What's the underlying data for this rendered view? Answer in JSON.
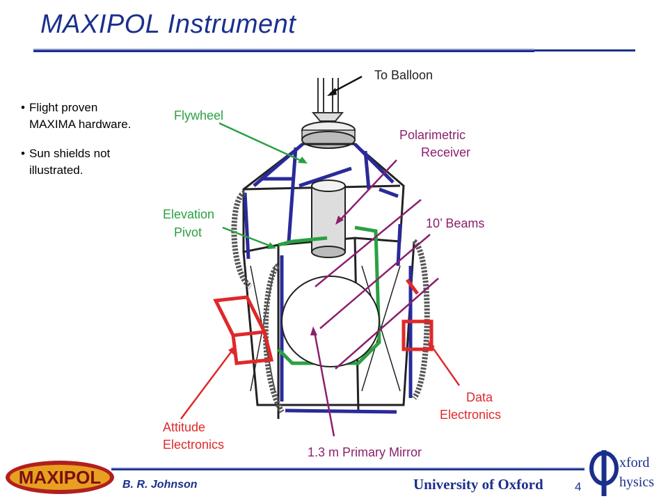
{
  "title": "MAXIPOL Instrument",
  "bullets": [
    {
      "line1": "Flight proven",
      "line2": "MAXIMA hardware."
    },
    {
      "line1": "Sun shields not",
      "line2": "illustrated."
    }
  ],
  "diagram_labels": {
    "to_balloon": "To Balloon",
    "flywheel": "Flywheel",
    "polarimetric_1": "Polarimetric",
    "polarimetric_2": "Receiver",
    "elevation_1": "Elevation",
    "elevation_2": "Pivot",
    "beams": "10’ Beams",
    "attitude_1": "Attitude",
    "attitude_2": "Electronics",
    "data_1": "Data",
    "data_2": "Electronics",
    "mirror": "1.3 m Primary Mirror"
  },
  "colors": {
    "title_blue": "#1a2f8c",
    "label_dark": "#222222",
    "flywheel_green": "#2aa043",
    "elevation_green": "#2aa043",
    "receiver_purple": "#8c1f6e",
    "electronics_red": "#e0282a",
    "frame_blue": "#2a2a9a"
  },
  "footer": {
    "author": "B. R. Johnson",
    "university": "University of Oxford",
    "page": "4",
    "left_logo": "MAXIPOL",
    "right_logo_1": "xford",
    "right_logo_2": "hysics"
  }
}
